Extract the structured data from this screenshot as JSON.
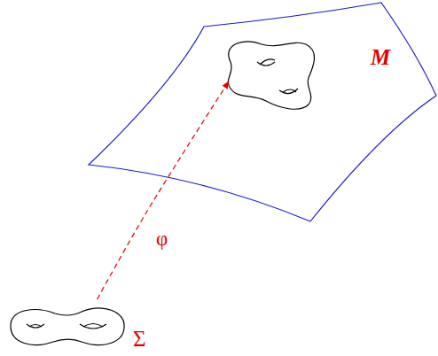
{
  "diagram": {
    "nodes": [
      {
        "text": [
          "M"
        ]
      },
      {
        "text": [
          "Σ"
        ]
      }
    ],
    "edges": [
      {
        "from": 1,
        "to": 0,
        "label": "φ",
        "arrow": "to"
      }
    ]
  }
}
